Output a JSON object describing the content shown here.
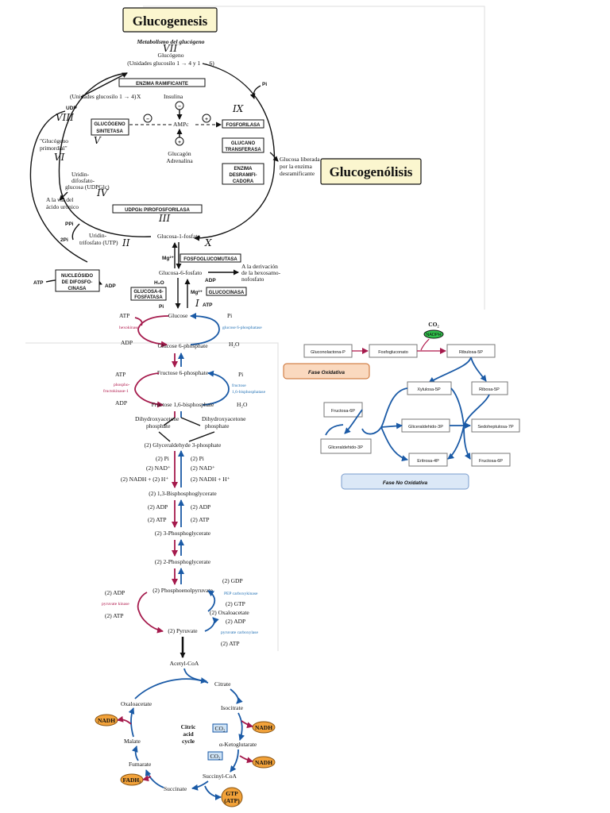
{
  "titles": {
    "glucogenesis": "Glucogenesis",
    "glucogenolisis": "Glucogenólisis",
    "subtitle": "Metabolismo del glucógeno"
  },
  "glycogen": {
    "glucogeno": "Glucógeno",
    "glucogeno_units": "(Unidades glucosilo 1 → 4 y 1 → 6)",
    "unidades": "(Unidades glucosilo 1 → 4)",
    "n_suffix": "X",
    "udp": "UDP",
    "primordial_1": "\"Glucógeno",
    "primordial_2": "primordial\"",
    "uridin_1": "Uridin-",
    "uridin_2": "difosfato-",
    "uridin_3": "glucosa (UDPGlc)",
    "via_1": "A la vía del",
    "via_2": "ácido urónico",
    "ppi": "PPi",
    "two_pi": "2Pi",
    "utp_1": "Uridin-",
    "utp_2": "trifosfato (UTP)",
    "atp": "ATP",
    "adp": "ADP",
    "nucleosido_1": "NUCLEÓSIDO",
    "nucleosido_2": "DE DIFOSFO-",
    "nucleosido_3": "CINASA",
    "enzima_ramificante": "ENZIMA RAMIFICANTE",
    "insulina": "Insulina",
    "minus": "−",
    "plus": "+",
    "amp": "AMPc",
    "glucagon_1": "Glucagón",
    "glucagon_2": "Adrenalina",
    "gs_1": "GLUCÓGENO",
    "gs_2": "SINTETASA",
    "fosforilasa": "FOSFORILASA",
    "gt_1": "GLUCANO",
    "gt_2": "TRANSFERASA",
    "ed_1": "ENZIMA",
    "ed_2": "DESRAMIFI-",
    "ed_3": "CADORA",
    "pi": "Pi",
    "liberada_1": "Glucosa liberada",
    "liberada_2": "por la enzima",
    "liberada_3": "desramificante",
    "udpglc_ppase": "UDPGlc PIROFOSFORILASA",
    "g1p": "Glucosa-1-fosfato",
    "mg": "Mg²⁺",
    "fosfoglucomutasa": "FOSFOGLUCOMUTASA",
    "g6p": "Glucosa-6-fosfato",
    "deriv_1": "A la derivación",
    "deriv_2": "de la hexosamo-",
    "deriv_3": "nofosfato",
    "h2o": "H₂O",
    "g6pase_1": "GLUCOSA-6-",
    "g6pase_2": "FOSFATASA",
    "glucocinasa": "GLUCOCINASA",
    "hw_vii": "VII",
    "hw_viii": "VIII",
    "hw_vi": "VI",
    "hw_v": "V",
    "hw_iv": "IV",
    "hw_ix": "IX",
    "hw_x": "X",
    "hw_ii": "II",
    "hw_iii": "III",
    "hw_i": "I"
  },
  "gng": {
    "atp1": "ATP",
    "adp1": "ADP",
    "hexokinase": "hexokinase",
    "glucose": "Glucose",
    "g6p": "Glucose 6-phosphate",
    "pi1": "Pi",
    "g6pase": "glucose 6-phosphatase",
    "h2o1": "H₂O",
    "atp2": "ATP",
    "adp2": "ADP",
    "pfk_1": "phospho-",
    "pfk_2": "fructokinase-1",
    "f6p": "Fructose 6-phosphate",
    "f16bp": "Fructose 1,6-bisphosphate",
    "pi2": "Pi",
    "fbpase_1": "fructose",
    "fbpase_2": "1,6-bisphosphatase",
    "h2o2": "H₂O",
    "dhap_1": "Dihydroxyacetone",
    "dhap_2": "phosphate",
    "dhap2_1": "Dihydroxyacetone",
    "dhap2_2": "phosphate",
    "g3p": "(2) Glyceraldehyde 3-phosphate",
    "pi_l": "(2) Pi",
    "pi_r": "(2) Pi",
    "nad_l": "(2) NAD⁺",
    "nad_r": "(2) NAD⁺",
    "nadh_l": "(2) NADH + (2) H⁺",
    "nadh_r": "(2) NADH + H⁺",
    "bpg": "(2) 1,3-Bisphosphoglycerate",
    "adp_l": "(2) ADP",
    "adp_r": "(2) ADP",
    "atp_l": "(2) ATP",
    "atp_r": "(2) ATP",
    "pg3": "(2) 3-Phosphoglycerate",
    "pg2": "(2) 2-Phosphoglycerate",
    "pep": "(2) Phosphoenolpyruvate",
    "gdp": "(2) GDP",
    "pepck": "PEP carboxykinase",
    "gtp": "(2) GTP",
    "adp3": "(2) ADP",
    "pk": "pyruvate kinase",
    "atp3": "(2) ATP",
    "oaa": "(2) Oxaloacetate",
    "pyruvate": "(2) Pyruvate",
    "adp4": "(2) ADP",
    "pc": "pyruvate carboxylase",
    "atp4": "(2) ATP"
  },
  "tca": {
    "acetyl": "Acetyl-CoA",
    "citrate": "Citrate",
    "isocitrate": "Isocitrate",
    "akg": "α-Ketoglutarate",
    "succoa": "Succinyl-CoA",
    "succinate": "Succinate",
    "fumarate": "Fumarate",
    "malate": "Malate",
    "oxaloacetate": "Oxaloacetate",
    "center_1": "Citric",
    "center_2": "acid",
    "center_3": "cycle",
    "nadh1": "NADH",
    "nadh2": "NADH",
    "nadh3": "NADH",
    "co2a": "CO₂",
    "co2b": "CO₂",
    "fadh2": "FADH₂",
    "gtp_1": "GTP",
    "gtp_2": "(ATP)"
  },
  "ppp": {
    "co2": "CO₂",
    "nadph": "NADPH",
    "gluconolactona": "Gluconolactona-P",
    "fosfogluconato": "Fosfogluconato",
    "ribulosa": "Ribulosa-5P",
    "fase_oxidativa": "Fase Oxidativa",
    "xilulosa": "Xylulosa-5P",
    "ribosa": "Ribosa-5P",
    "fructosa4p": "Fructosa-6P",
    "gliceraldehido3p_a": "Gliceraldehido-3P",
    "sedoheptulosa": "Sedoheptulosa-7P",
    "gliceraldehido3p_b": "Gliceraldehido-3P",
    "eritrosa": "Eritrosa-4P",
    "fructosa6p": "Fructosa-6P",
    "fase_no_oxidativa": "Fase No Oxidativa"
  },
  "colors": {
    "title_box": "#fbf6cf",
    "kinase": "#a51a4c",
    "phosphatase": "#1a5aa6",
    "orange": "#f2a23a",
    "green": "#2fc04a",
    "fase_ox_bg": "#fad9bf",
    "fase_nox_bg": "#dbe8f7"
  }
}
